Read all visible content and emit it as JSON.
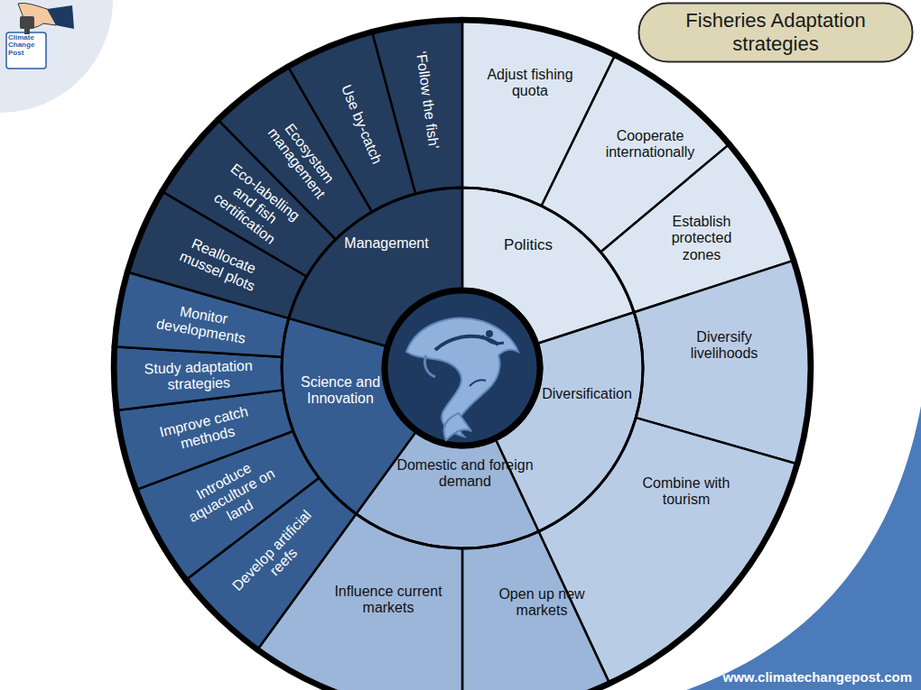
{
  "diagram": {
    "title": "Fisheries Adaptation strategies",
    "nodes": [
      {
        "text": [
          "Politics"
        ]
      },
      {
        "text": [
          "Adjust fishing quota"
        ]
      },
      {
        "text": [
          "Cooperate internationally"
        ]
      },
      {
        "text": [
          "Establish protected zones"
        ]
      },
      {
        "text": [
          "Diversification"
        ]
      },
      {
        "text": [
          "Diversify livelihoods"
        ]
      },
      {
        "text": [
          "Combine with tourism"
        ]
      },
      {
        "text": [
          "Domestic and foreign demand"
        ]
      },
      {
        "text": [
          "Open up new markets"
        ]
      },
      {
        "text": [
          "Influence current markets"
        ]
      },
      {
        "text": [
          "Science and Innovation"
        ]
      },
      {
        "text": [
          "Develop artificial reefs"
        ]
      },
      {
        "text": [
          "Introduce aquaculture on land"
        ]
      },
      {
        "text": [
          "Improve catch methods"
        ]
      },
      {
        "text": [
          "Study adaptation strategies"
        ]
      },
      {
        "text": [
          "Monitor developments"
        ]
      },
      {
        "text": [
          "Management"
        ]
      },
      {
        "text": [
          "Reallocate mussel plots"
        ]
      },
      {
        "text": [
          "Eco-labelling and fish certification"
        ]
      },
      {
        "text": [
          "Ecosystem management"
        ]
      },
      {
        "text": [
          "Use by-catch"
        ]
      },
      {
        "text": [
          "‘Follow the fish’"
        ]
      }
    ],
    "labels": [
      "Climate Change Post",
      "www.climatechangepost.com"
    ]
  }
}
